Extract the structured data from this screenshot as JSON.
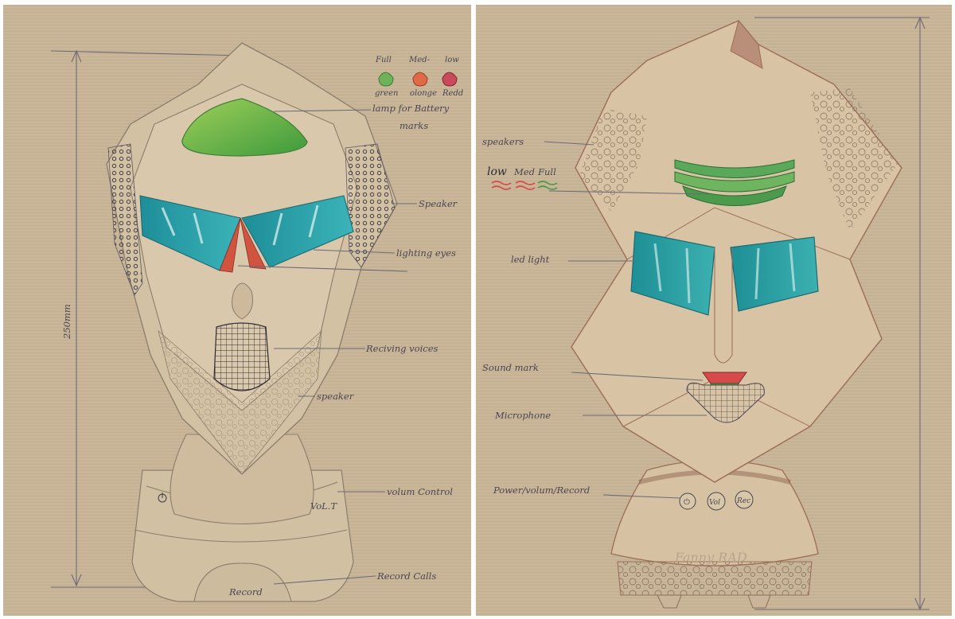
{
  "left_sketch": {
    "legend": {
      "full": "Full",
      "med": "Med-",
      "low": "low",
      "green": "green",
      "orange": "olonge",
      "red": "Redd",
      "colors": {
        "green": "#6fb25a",
        "orange": "#e06a45",
        "red": "#c94a5a"
      }
    },
    "labels": {
      "battery_1": "lamp for Battery",
      "battery_2": "marks",
      "speaker_upper": "Speaker",
      "eyes": "lighting eyes",
      "voices": "Reciving voices",
      "speaker_lower": "speaker",
      "volume": "volum Control",
      "record_calls": "Record Calls",
      "dimension": "250mm",
      "vol_button": "VoL.T",
      "record_button": "Record"
    }
  },
  "right_sketch": {
    "legend": {
      "low": "low",
      "med": "Med",
      "full": "Full"
    },
    "labels": {
      "speakers": "speakers",
      "led": "led light",
      "sound_mark": "Sound mark",
      "microphone": "Microphone",
      "controls": "Power/volum/Record",
      "power_button": "⏻",
      "vol_button": "Vol",
      "rec_button": "Rec",
      "signature": "Fanny RAD"
    }
  }
}
